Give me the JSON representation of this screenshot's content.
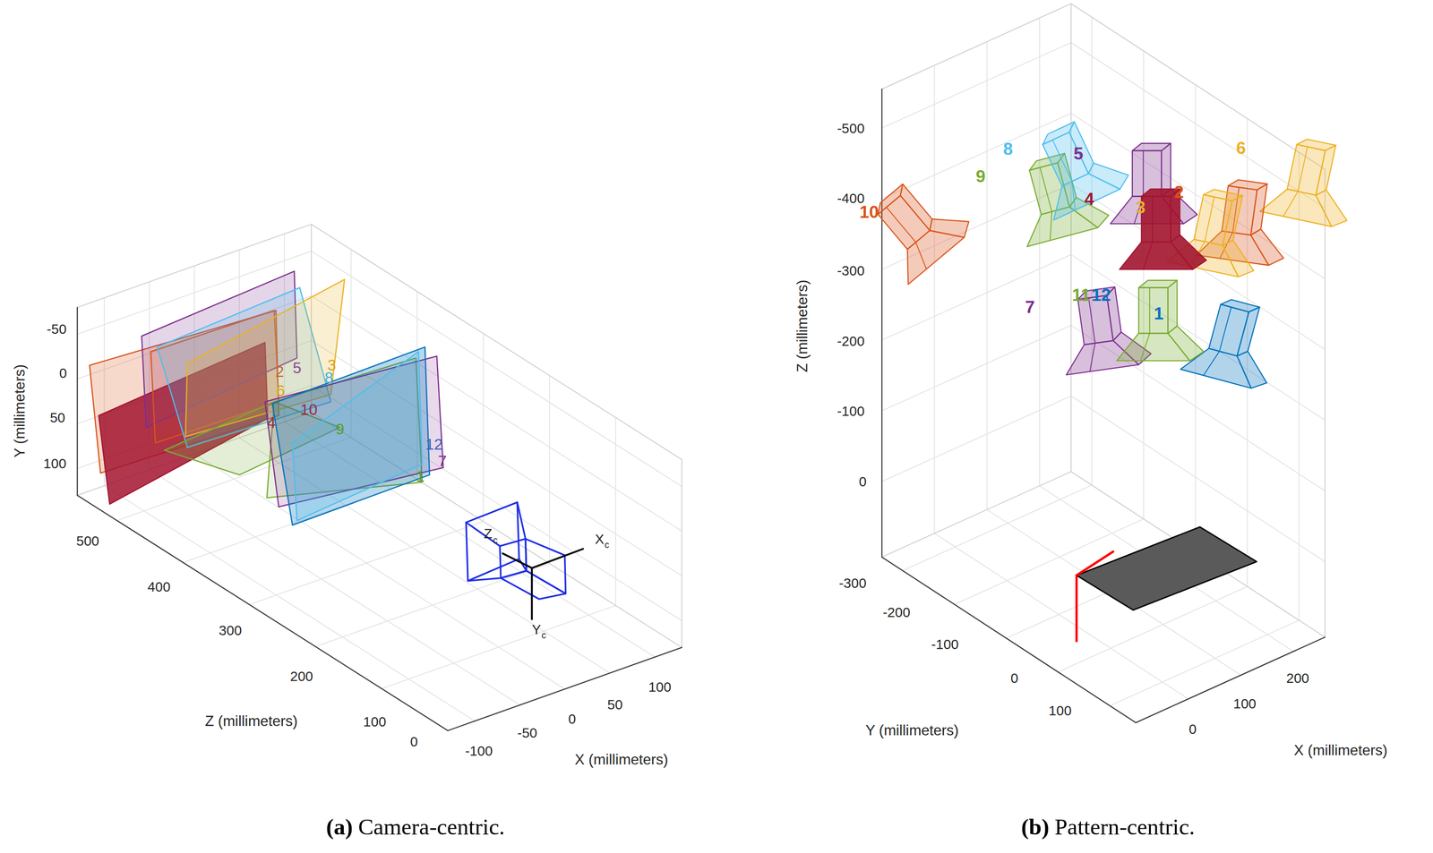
{
  "diagram": {
    "labels": [
      "Y (millimeters)",
      "-50",
      "0",
      "50",
      "100",
      "500",
      "400",
      "300",
      "200",
      "100",
      "0",
      "Z (millimeters)",
      "-100",
      "-50",
      "0",
      "50",
      "100",
      "X (millimeters)",
      "Z",
      "c",
      "X",
      "c",
      "Y",
      "c",
      "5",
      "2",
      "3",
      "8",
      "6",
      "10",
      "4",
      "9",
      "12",
      "7",
      "1",
      "(a)",
      "Camera-centric.",
      "Z (millimeters)",
      "-500",
      "-400",
      "-300",
      "-200",
      "-100",
      "0",
      "-300",
      "-200",
      "-100",
      "0",
      "100",
      "Y (millimeters)",
      "0",
      "100",
      "200",
      "X (millimeters)",
      "10",
      "9",
      "8",
      "5",
      "4",
      "3",
      "2",
      "6",
      "7",
      "11",
      "12",
      "1",
      "(b)",
      "Pattern-centric."
    ]
  }
}
